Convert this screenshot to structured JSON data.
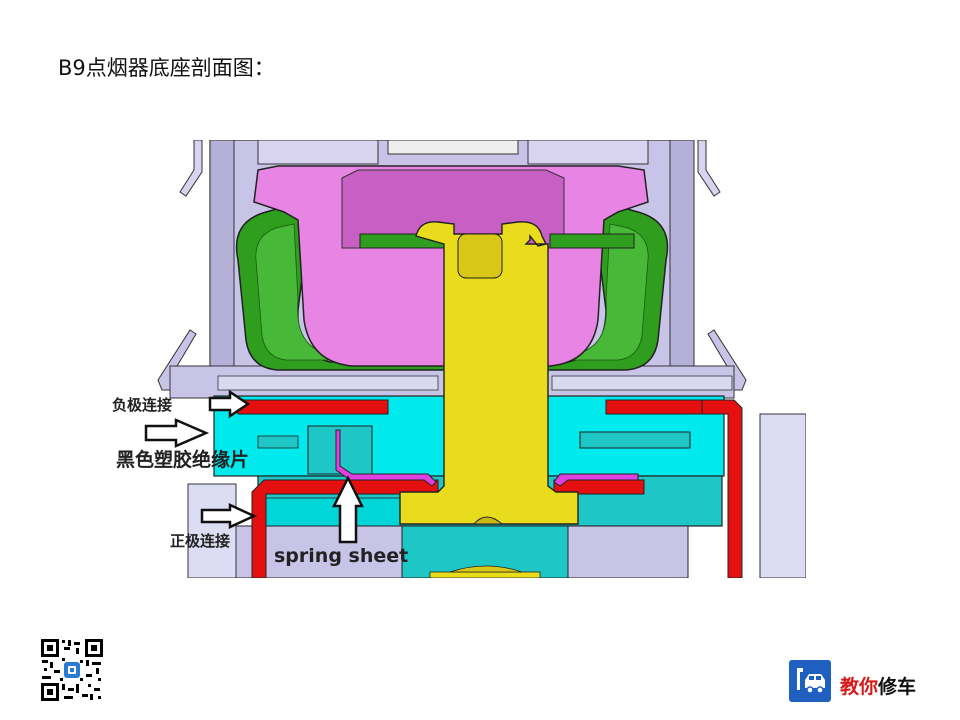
{
  "slide": {
    "title": "B9点烟器底座剖面图："
  },
  "diagram": {
    "labels": {
      "negative_connection": "负极连接",
      "black_plastic_insulator": "黑色塑胶绝缘片",
      "positive_connection": "正极连接",
      "spring_sheet": "spring sheet"
    },
    "colors": {
      "metal_frame": "#c8c4e8",
      "pink_body": "#e884e4",
      "green_shell": "#2f9e1e",
      "yellow_pin": "#e8dc1c",
      "cyan_insulator": "#00eaee",
      "teal_base": "#1fc6c6",
      "red_contact": "#e41010",
      "magenta_spring": "#e040e0"
    }
  },
  "branding": {
    "name_part1": "教你",
    "name_part2": "修车",
    "logo_icon": "car-repair-icon",
    "qr_icon": "qr-code-icon"
  }
}
